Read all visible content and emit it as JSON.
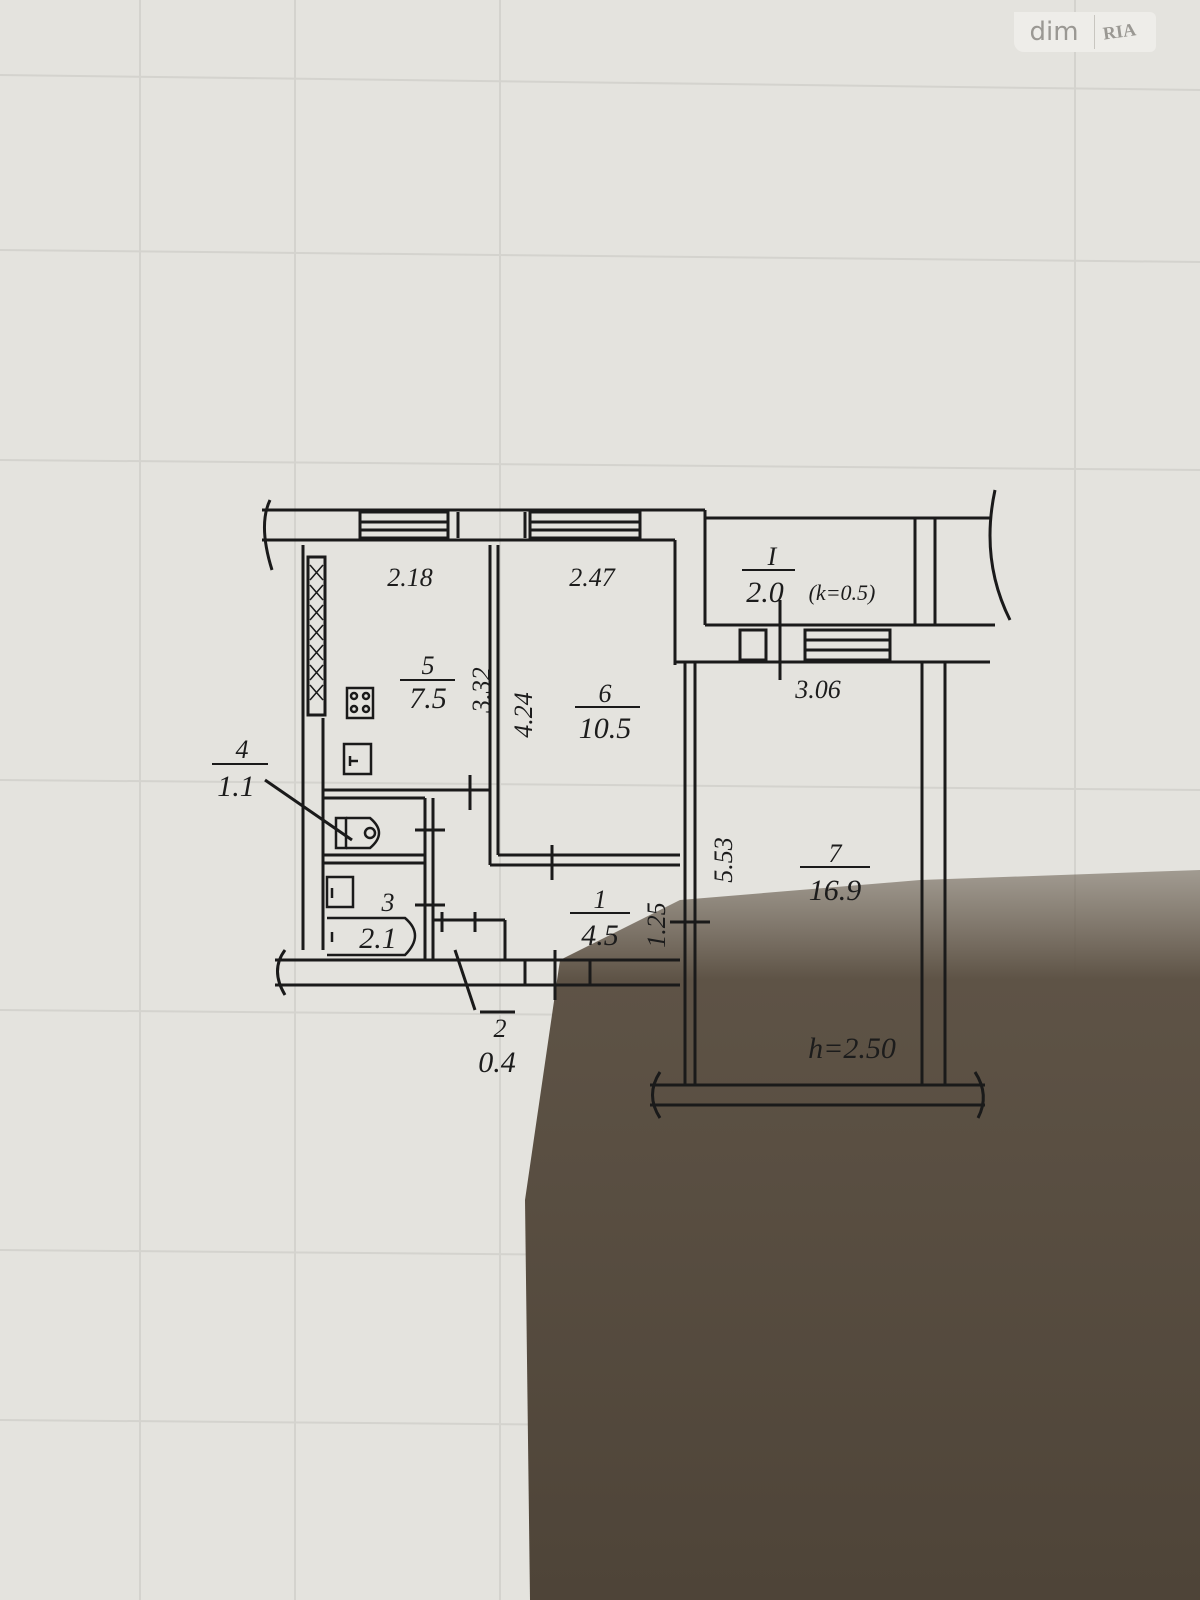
{
  "watermark": {
    "brand": "dim",
    "brand2": "RIA"
  },
  "plan": {
    "rooms": [
      {
        "number": "1",
        "area": "4.5"
      },
      {
        "number": "2",
        "area": "0.4"
      },
      {
        "number": "3",
        "area": "2.1"
      },
      {
        "number": "4",
        "area": "1.1"
      },
      {
        "number": "5",
        "area": "7.5"
      },
      {
        "number": "6",
        "area": "10.5"
      },
      {
        "number": "7",
        "area": "16.9"
      }
    ],
    "balcony": {
      "number": "I",
      "area": "2.0",
      "coef": "(k=0.5)"
    },
    "dimensions": {
      "d218": "2.18",
      "d247": "2.47",
      "d306": "3.06",
      "d332": "3.32",
      "d424": "4.24",
      "d553": "5.53",
      "d125": "1.25"
    },
    "ceiling_height": "h=2.50"
  }
}
